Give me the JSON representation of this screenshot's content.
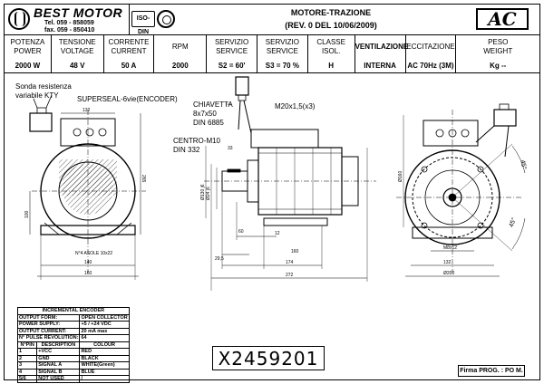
{
  "header": {
    "brand": "BEST MOTOR",
    "tel": "Tel. 059 - 858059",
    "fax": "fax. 059 - 850410",
    "iso_label": "ISO-DIN",
    "title_line1": "MOTORE-TRAZIONE",
    "title_line2": "(REV. 0 DEL 10/06/2009)",
    "badge": "AC"
  },
  "specs": [
    {
      "label1": "POTENZA",
      "label2": "POWER",
      "value": "2000 W"
    },
    {
      "label1": "TENSIONE",
      "label2": "VOLTAGE",
      "value": "48 V"
    },
    {
      "label1": "CORRENTE",
      "label2": "CURRENT",
      "value": "50 A"
    },
    {
      "label1": "RPM",
      "label2": "",
      "value": "2000"
    },
    {
      "label1": "SERVIZIO",
      "label2": "SERVICE",
      "value": "S2 =  60'"
    },
    {
      "label1": "SERVIZIO",
      "label2": "SERVICE",
      "value": "S3 = 70 %"
    },
    {
      "label1": "CLASSE",
      "label2": "ISOL.",
      "value": "H"
    },
    {
      "label1": "VENTILAZIONE",
      "label2": "",
      "value": "INTERNA"
    },
    {
      "label1": "ECCITAZIONE",
      "label2": "",
      "value": "AC 70Hz (3M)"
    },
    {
      "label1": "PESO",
      "label2": "WEIGHT",
      "value": "Kg --"
    }
  ],
  "notes": {
    "sonda1": "Sonda resistenza",
    "sonda2": "variabile KTY",
    "superseal": "SUPERSEAL-6vie(ENCODER)",
    "chiavetta1": "CHIAVETTA",
    "chiavetta2": "8x7x50",
    "chiavetta3": "DIN 6885",
    "centro1": "CENTRO-M10",
    "centro2": "DIN 332",
    "m20": "M20x1,5(x3)",
    "angle1": "45°",
    "angle2": "45°"
  },
  "dims": {
    "d132a": "132",
    "d132b": "132",
    "d265": "265",
    "d100": "100",
    "d140": "140",
    "d160": "160",
    "holes": "N°4 ASOLE 10x22",
    "d33": "33",
    "d60": "60",
    "d295": "29,5",
    "d174": "174",
    "d272": "272",
    "d160b": "160",
    "d12": "12",
    "phi24": "Ø24 j6",
    "phi130": "Ø130 j6",
    "phi160": "Ø160",
    "phi200": "Ø200",
    "d12b": "M8x12"
  },
  "pinout": {
    "title": "INCREMENTAL ENCODER",
    "specs": [
      [
        "OUTPUT FORM:",
        "OPEN COLLECTOR"
      ],
      [
        "POWER SUPPLY:",
        "+5 / +24 VDC"
      ],
      [
        "OUTPUT CURRENT:",
        "20 mA max"
      ],
      [
        "N° PULSE REVOLUTION:",
        "64"
      ]
    ],
    "headers": [
      "N°PIN",
      "DESCRIPTION",
      "COLOUR"
    ],
    "rows": [
      [
        "1",
        "+VCC",
        "RED"
      ],
      [
        "2",
        "GND",
        "BLACK"
      ],
      [
        "3",
        "SIGNAL A",
        "WHITE(Green)"
      ],
      [
        "4",
        "SIGNAL B",
        "BLUE"
      ],
      [
        "5/6",
        "NOT USED",
        "/"
      ]
    ]
  },
  "code": "X2459201",
  "firma": "Firma PROG. : PO M."
}
